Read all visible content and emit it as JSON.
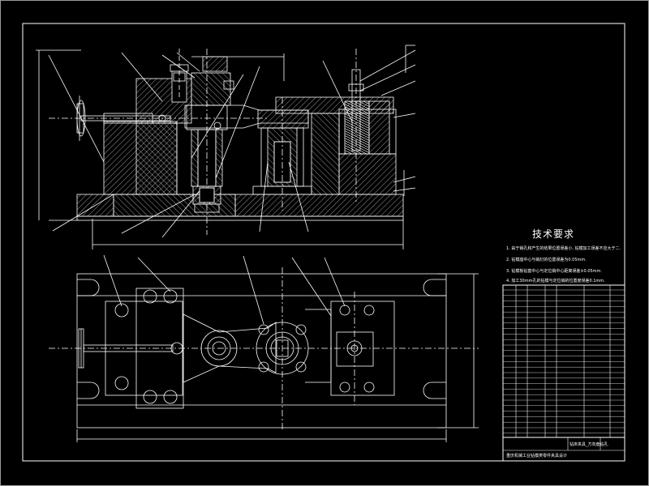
{
  "tech_requirements": {
    "title": "技术要求",
    "notes": [
      "1. 由于销孔和产生的结果位置误差小, 钻模加工误差不应大于二.",
      "2. 钻模座中心与销钉的位置误差为0.05mm.",
      "3. 钻模板钻套中心与定位销中心距离误差±0.05mm.",
      "4. 加工30mm孔的钻模与定位销的位置度误差0.1mm."
    ]
  },
  "title_block": {
    "drawing_name": "钻床夹具_方向盘钻孔",
    "school": "重庆机械工业钻模类零件夹具设计"
  },
  "colors": {
    "background": "#000000",
    "lines": "#ffffff",
    "hatch": "#ffffff",
    "centerline": "#ffffff"
  }
}
